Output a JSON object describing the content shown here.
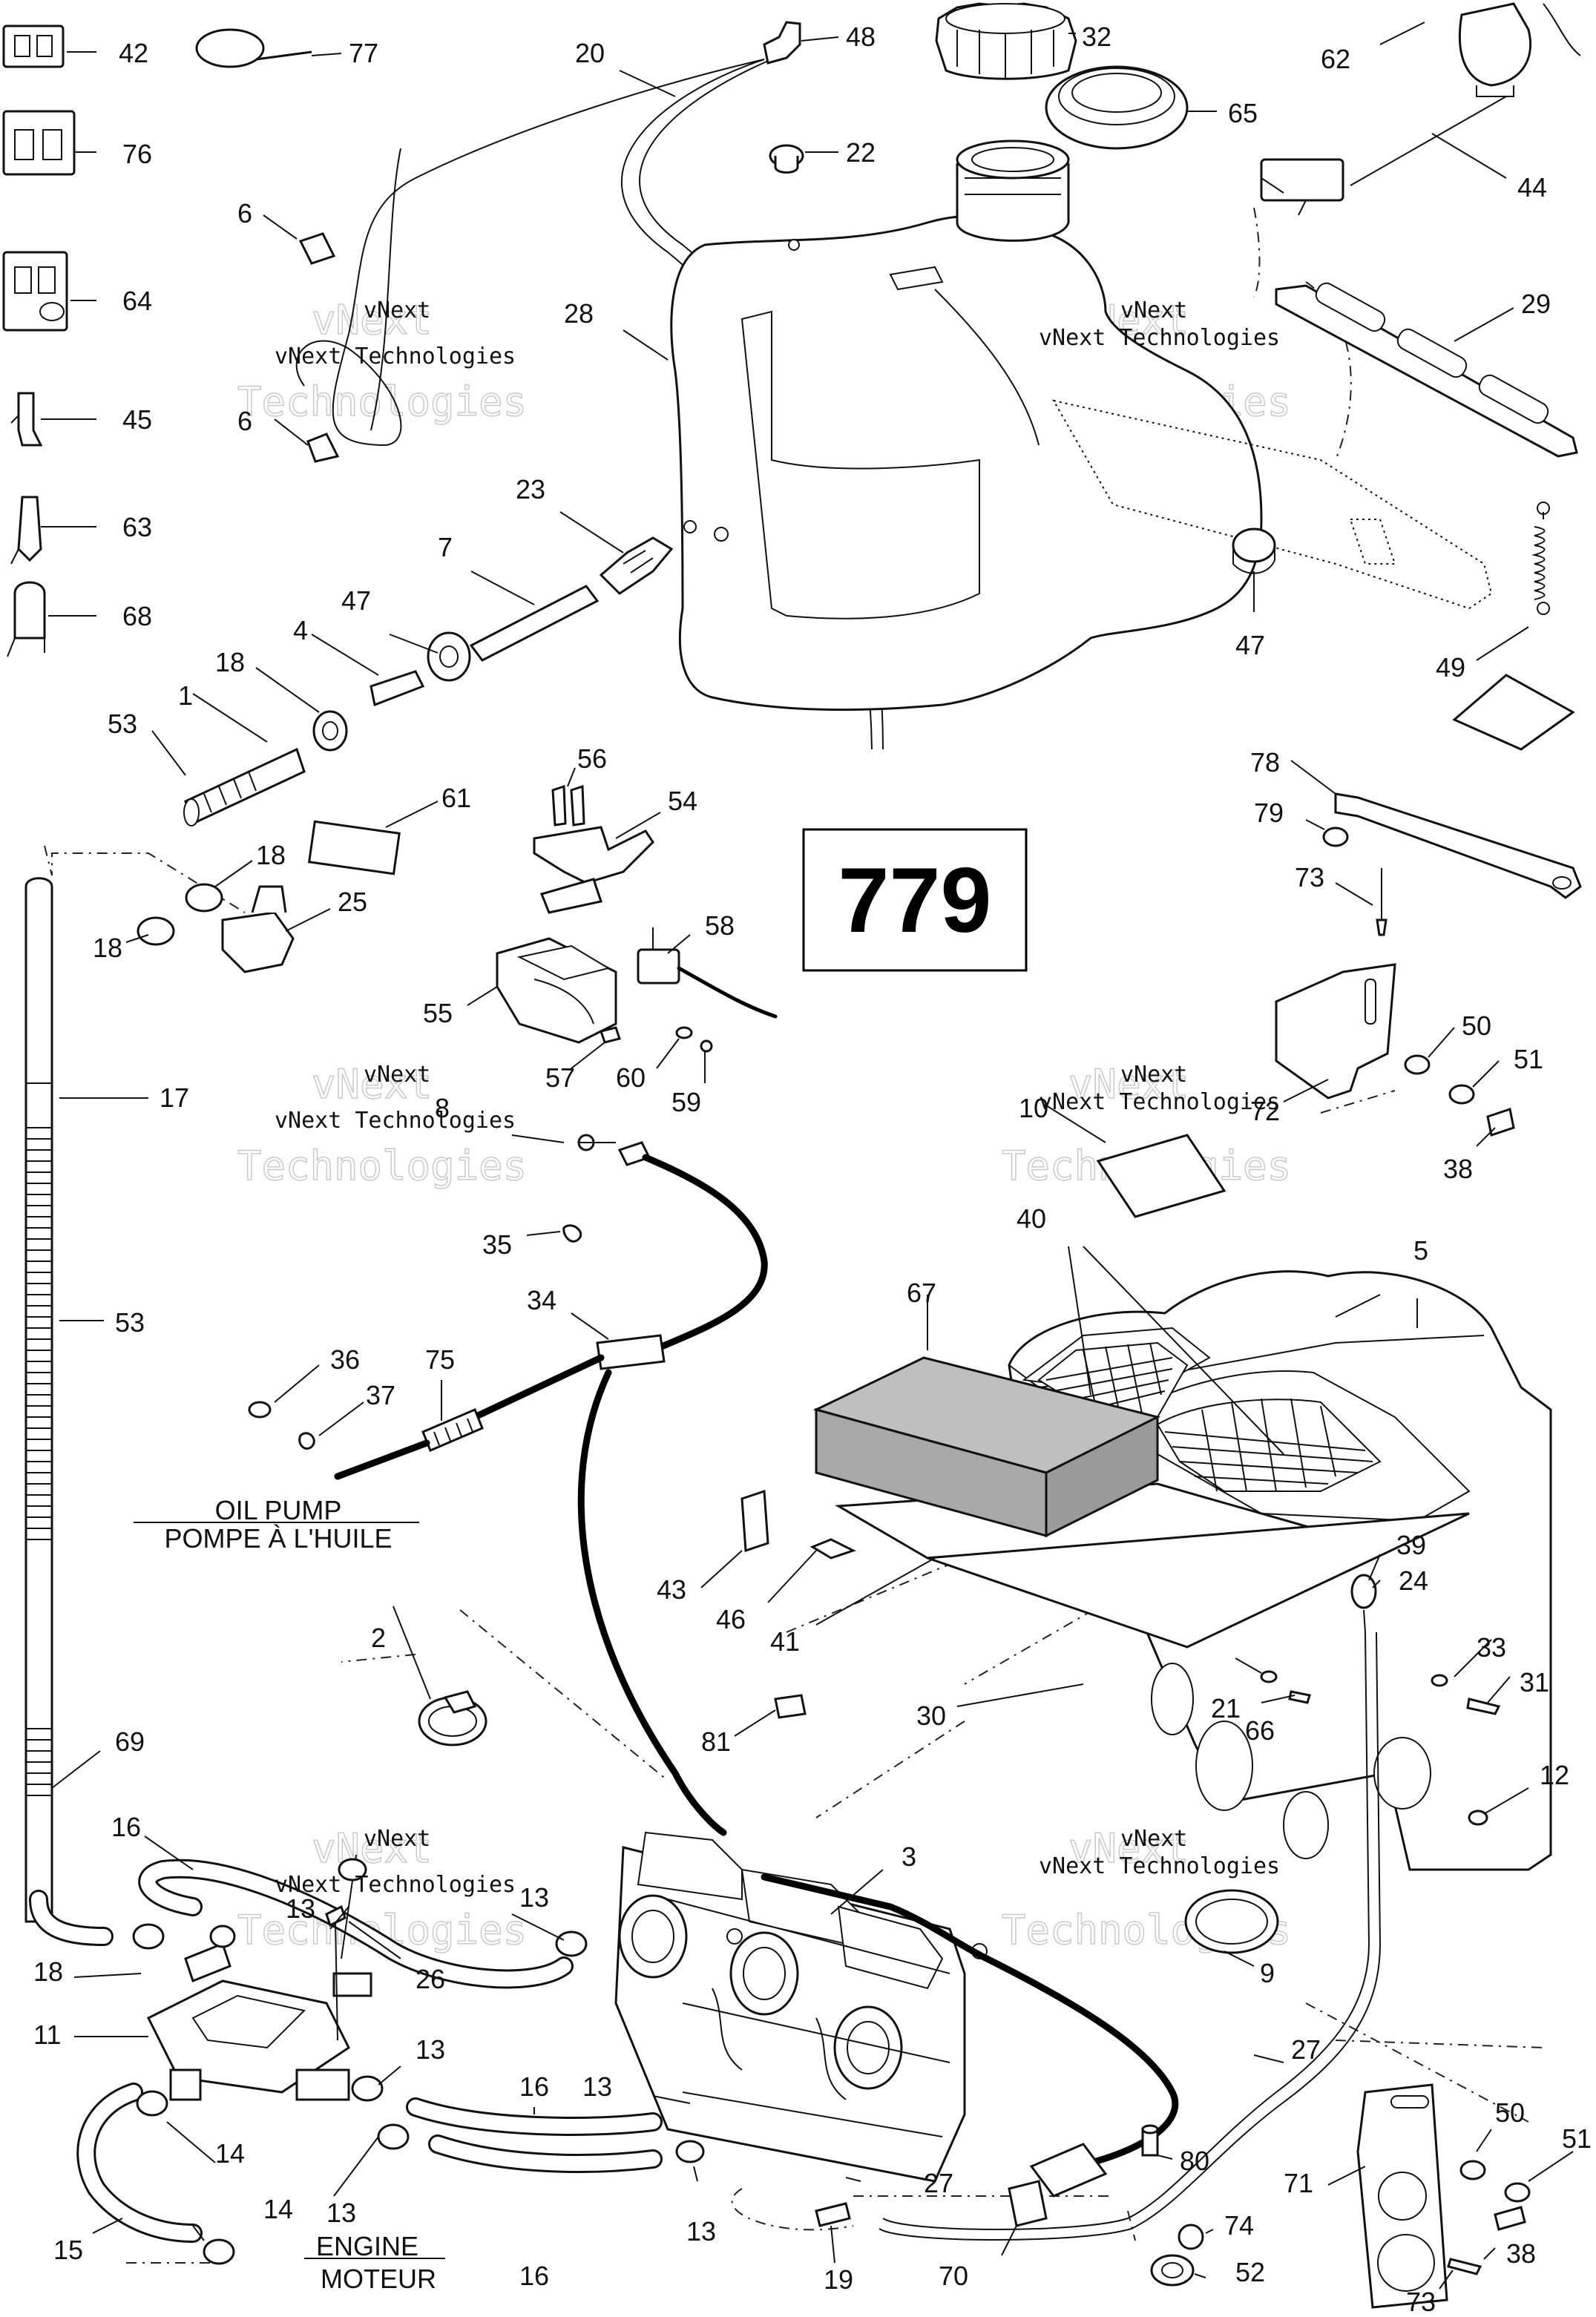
{
  "diagram": {
    "title_number": "779",
    "captions": {
      "oil_pump_en": "OIL PUMP",
      "oil_pump_fr": "POMPE À L'HUILE",
      "engine_en": "ENGINE",
      "engine_fr": "MOTEUR"
    },
    "watermark": {
      "line1": "vNext",
      "line2": "vNext Technologies",
      "line3": "Technologies"
    },
    "callouts": [
      {
        "id": "c42a",
        "text": "42"
      },
      {
        "id": "c76",
        "text": "76"
      },
      {
        "id": "c64",
        "text": "64"
      },
      {
        "id": "c45",
        "text": "45"
      },
      {
        "id": "c63",
        "text": "63"
      },
      {
        "id": "c68",
        "text": "68"
      },
      {
        "id": "c77",
        "text": "77"
      },
      {
        "id": "c6a",
        "text": "6"
      },
      {
        "id": "c6b",
        "text": "6"
      },
      {
        "id": "c20",
        "text": "20"
      },
      {
        "id": "c48",
        "text": "48"
      },
      {
        "id": "c22",
        "text": "22"
      },
      {
        "id": "c32",
        "text": "32"
      },
      {
        "id": "c65",
        "text": "65"
      },
      {
        "id": "c62",
        "text": "62"
      },
      {
        "id": "c44",
        "text": "44"
      },
      {
        "id": "c28",
        "text": "28"
      },
      {
        "id": "c29",
        "text": "29"
      },
      {
        "id": "c23",
        "text": "23"
      },
      {
        "id": "c7",
        "text": "7"
      },
      {
        "id": "c47a",
        "text": "47"
      },
      {
        "id": "c47b",
        "text": "47"
      },
      {
        "id": "c4",
        "text": "4"
      },
      {
        "id": "c18a",
        "text": "18"
      },
      {
        "id": "c1",
        "text": "1"
      },
      {
        "id": "c53a",
        "text": "53"
      },
      {
        "id": "c49",
        "text": "49"
      },
      {
        "id": "c56",
        "text": "56"
      },
      {
        "id": "c54",
        "text": "54"
      },
      {
        "id": "c61",
        "text": "61"
      },
      {
        "id": "c18b",
        "text": "18"
      },
      {
        "id": "c25",
        "text": "25"
      },
      {
        "id": "c18c",
        "text": "18"
      },
      {
        "id": "c78",
        "text": "78"
      },
      {
        "id": "c79",
        "text": "79"
      },
      {
        "id": "c73a",
        "text": "73"
      },
      {
        "id": "c58",
        "text": "58"
      },
      {
        "id": "c55",
        "text": "55"
      },
      {
        "id": "c57",
        "text": "57"
      },
      {
        "id": "c60",
        "text": "60"
      },
      {
        "id": "c59",
        "text": "59"
      },
      {
        "id": "c50a",
        "text": "50"
      },
      {
        "id": "c51a",
        "text": "51"
      },
      {
        "id": "c72",
        "text": "72"
      },
      {
        "id": "c38a",
        "text": "38"
      },
      {
        "id": "c17",
        "text": "17"
      },
      {
        "id": "c8",
        "text": "8"
      },
      {
        "id": "c10",
        "text": "10"
      },
      {
        "id": "c35",
        "text": "35"
      },
      {
        "id": "c40",
        "text": "40"
      },
      {
        "id": "c5",
        "text": "5"
      },
      {
        "id": "c53b",
        "text": "53"
      },
      {
        "id": "c34",
        "text": "34"
      },
      {
        "id": "c67",
        "text": "67"
      },
      {
        "id": "c36",
        "text": "36"
      },
      {
        "id": "c37",
        "text": "37"
      },
      {
        "id": "c75",
        "text": "75"
      },
      {
        "id": "c43",
        "text": "43"
      },
      {
        "id": "c46",
        "text": "46"
      },
      {
        "id": "c41",
        "text": "41"
      },
      {
        "id": "c39",
        "text": "39"
      },
      {
        "id": "c24",
        "text": "24"
      },
      {
        "id": "c33",
        "text": "33"
      },
      {
        "id": "c31",
        "text": "31"
      },
      {
        "id": "c2",
        "text": "2"
      },
      {
        "id": "c21",
        "text": "21"
      },
      {
        "id": "c66",
        "text": "66"
      },
      {
        "id": "c81",
        "text": "81"
      },
      {
        "id": "c30",
        "text": "30"
      },
      {
        "id": "c12",
        "text": "12"
      },
      {
        "id": "c69",
        "text": "69"
      },
      {
        "id": "c16a",
        "text": "16"
      },
      {
        "id": "c3",
        "text": "3"
      },
      {
        "id": "c13a",
        "text": "13"
      },
      {
        "id": "c13b",
        "text": "13"
      },
      {
        "id": "c26",
        "text": "26"
      },
      {
        "id": "c9",
        "text": "9"
      },
      {
        "id": "c18d",
        "text": "18"
      },
      {
        "id": "c11",
        "text": "11"
      },
      {
        "id": "c13c",
        "text": "13"
      },
      {
        "id": "c16b",
        "text": "16"
      },
      {
        "id": "c13d",
        "text": "13"
      },
      {
        "id": "c27a",
        "text": "27"
      },
      {
        "id": "c14a",
        "text": "14"
      },
      {
        "id": "c13e",
        "text": "13"
      },
      {
        "id": "c27b",
        "text": "27"
      },
      {
        "id": "c80",
        "text": "80"
      },
      {
        "id": "c50b",
        "text": "50"
      },
      {
        "id": "c51b",
        "text": "51"
      },
      {
        "id": "c71",
        "text": "71"
      },
      {
        "id": "c15",
        "text": "15"
      },
      {
        "id": "c14b",
        "text": "14"
      },
      {
        "id": "c16c",
        "text": "16"
      },
      {
        "id": "c13f",
        "text": "13"
      },
      {
        "id": "c19",
        "text": "19"
      },
      {
        "id": "c70",
        "text": "70"
      },
      {
        "id": "c74",
        "text": "74"
      },
      {
        "id": "c52",
        "text": "52"
      },
      {
        "id": "c38b",
        "text": "38"
      },
      {
        "id": "c73b",
        "text": "73"
      }
    ]
  }
}
